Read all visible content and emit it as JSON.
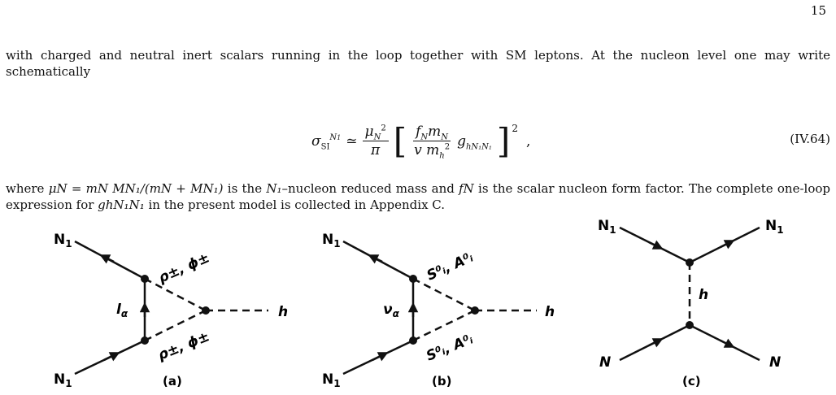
{
  "page_number": "15",
  "para1": {
    "text_a": "with charged and neutral inert scalars running in the loop together with SM leptons. At the nucleon level one may write schematically"
  },
  "equation": {
    "lhs_sigma": "σ",
    "lhs_sub": "SI",
    "lhs_sup": "N",
    "lhs_sup_sub": "1",
    "approx": "≃",
    "mu_num": "μ",
    "mu_sub": "N",
    "mu_sup": "2",
    "pi_den": "π",
    "f_num": "f",
    "f_sub": "N",
    "m_num": "m",
    "m_sub": "N",
    "v_den": "v m",
    "mh_sub": "h",
    "mh_sup": "2",
    "g": "g",
    "g_sub": "hN₁N₁",
    "outer_sup": "2",
    "comma": ",",
    "label": "(IV.64)"
  },
  "para2": {
    "t1": "where ",
    "mu_def": "μN = mN MN₁/(mN + MN₁)",
    "t2": " is the ",
    "n1": "N₁",
    "t3": "–nucleon reduced mass and ",
    "fN": "fN",
    "t4": " is the scalar nucleon form factor. The complete one-loop expression for ",
    "g": "ghN₁N₁",
    "t5": " in the present model is collected in Appendix C."
  },
  "diagrams": {
    "a": {
      "caption": "(a)",
      "top_label": "N",
      "top_label_sub": "1",
      "bottom_label": "N",
      "bottom_label_sub": "1",
      "loop_label": "l",
      "loop_label_sub": "α",
      "scalar_top": "ρ±, ϕ±",
      "scalar_bottom": "ρ±, ϕ±",
      "higgs": "h"
    },
    "b": {
      "caption": "(b)",
      "top_label": "N",
      "top_label_sub": "1",
      "bottom_label": "N",
      "bottom_label_sub": "1",
      "loop_label": "ν",
      "loop_label_sub": "α",
      "scalar_top": "S⁰ᵢ, A⁰ᵢ",
      "scalar_bottom": "S⁰ᵢ, A⁰ᵢ",
      "higgs": "h"
    },
    "c": {
      "caption": "(c)",
      "top_left": "N",
      "top_left_sub": "1",
      "top_right": "N",
      "top_right_sub": "1",
      "bottom_left": "N",
      "bottom_right": "N",
      "higgs": "h"
    }
  }
}
